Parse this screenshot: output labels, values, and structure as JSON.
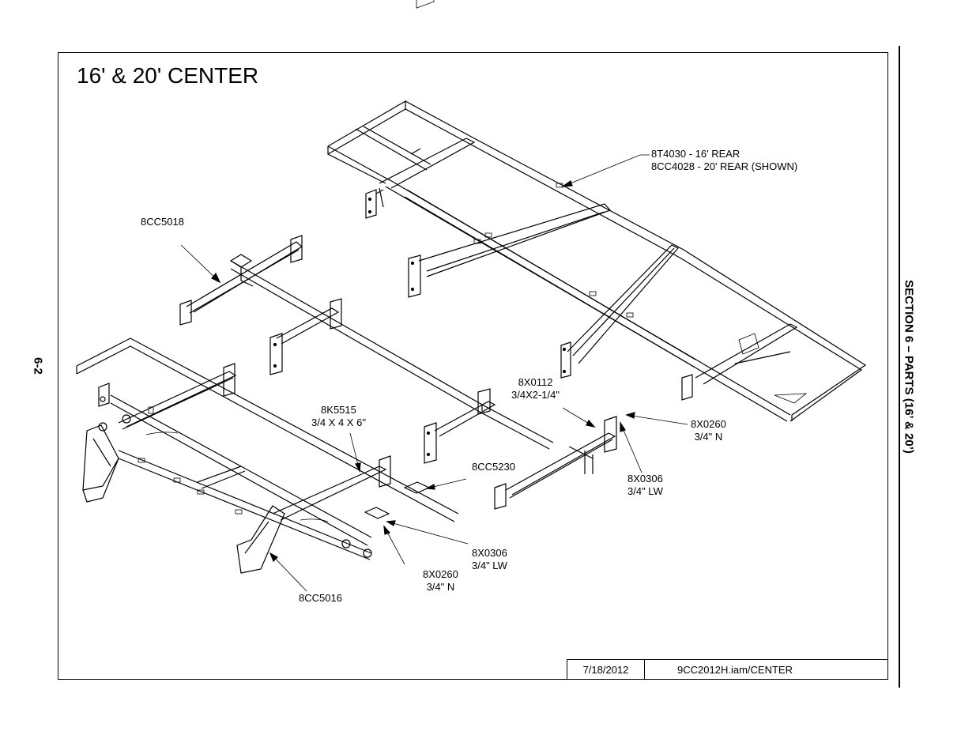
{
  "page": {
    "title": "16' & 20' CENTER",
    "side_title": "SECTION 6 – PARTS (16’ & 20’)",
    "page_number": "6-2"
  },
  "title_block": {
    "date": "7/18/2012",
    "file": "9CC2012H.iam/CENTER"
  },
  "callouts": {
    "rear_line1": "8T4030 - 16' REAR",
    "rear_line2": "8CC4028 - 20' REAR (SHOWN)",
    "part_8cc5018": "8CC5018",
    "bolt_8x0112_line1": "8X0112",
    "bolt_8x0112_line2": "3/4X2-1/4\"",
    "nut_right_line1": "8X0260",
    "nut_right_line2": "3/4\" N",
    "washer_right_line1": "8X0306",
    "washer_right_line2": "3/4\" LW",
    "bolt_8k5515_line1": "8K5515",
    "bolt_8k5515_line2": "3/4 X 4 X 6\"",
    "plate_8cc5230": "8CC5230",
    "washer_left_line1": "8X0306",
    "washer_left_line2": "3/4\" LW",
    "nut_left_line1": "8X0260",
    "nut_left_line2": "3/4\" N",
    "part_8cc5016": "8CC5016"
  }
}
